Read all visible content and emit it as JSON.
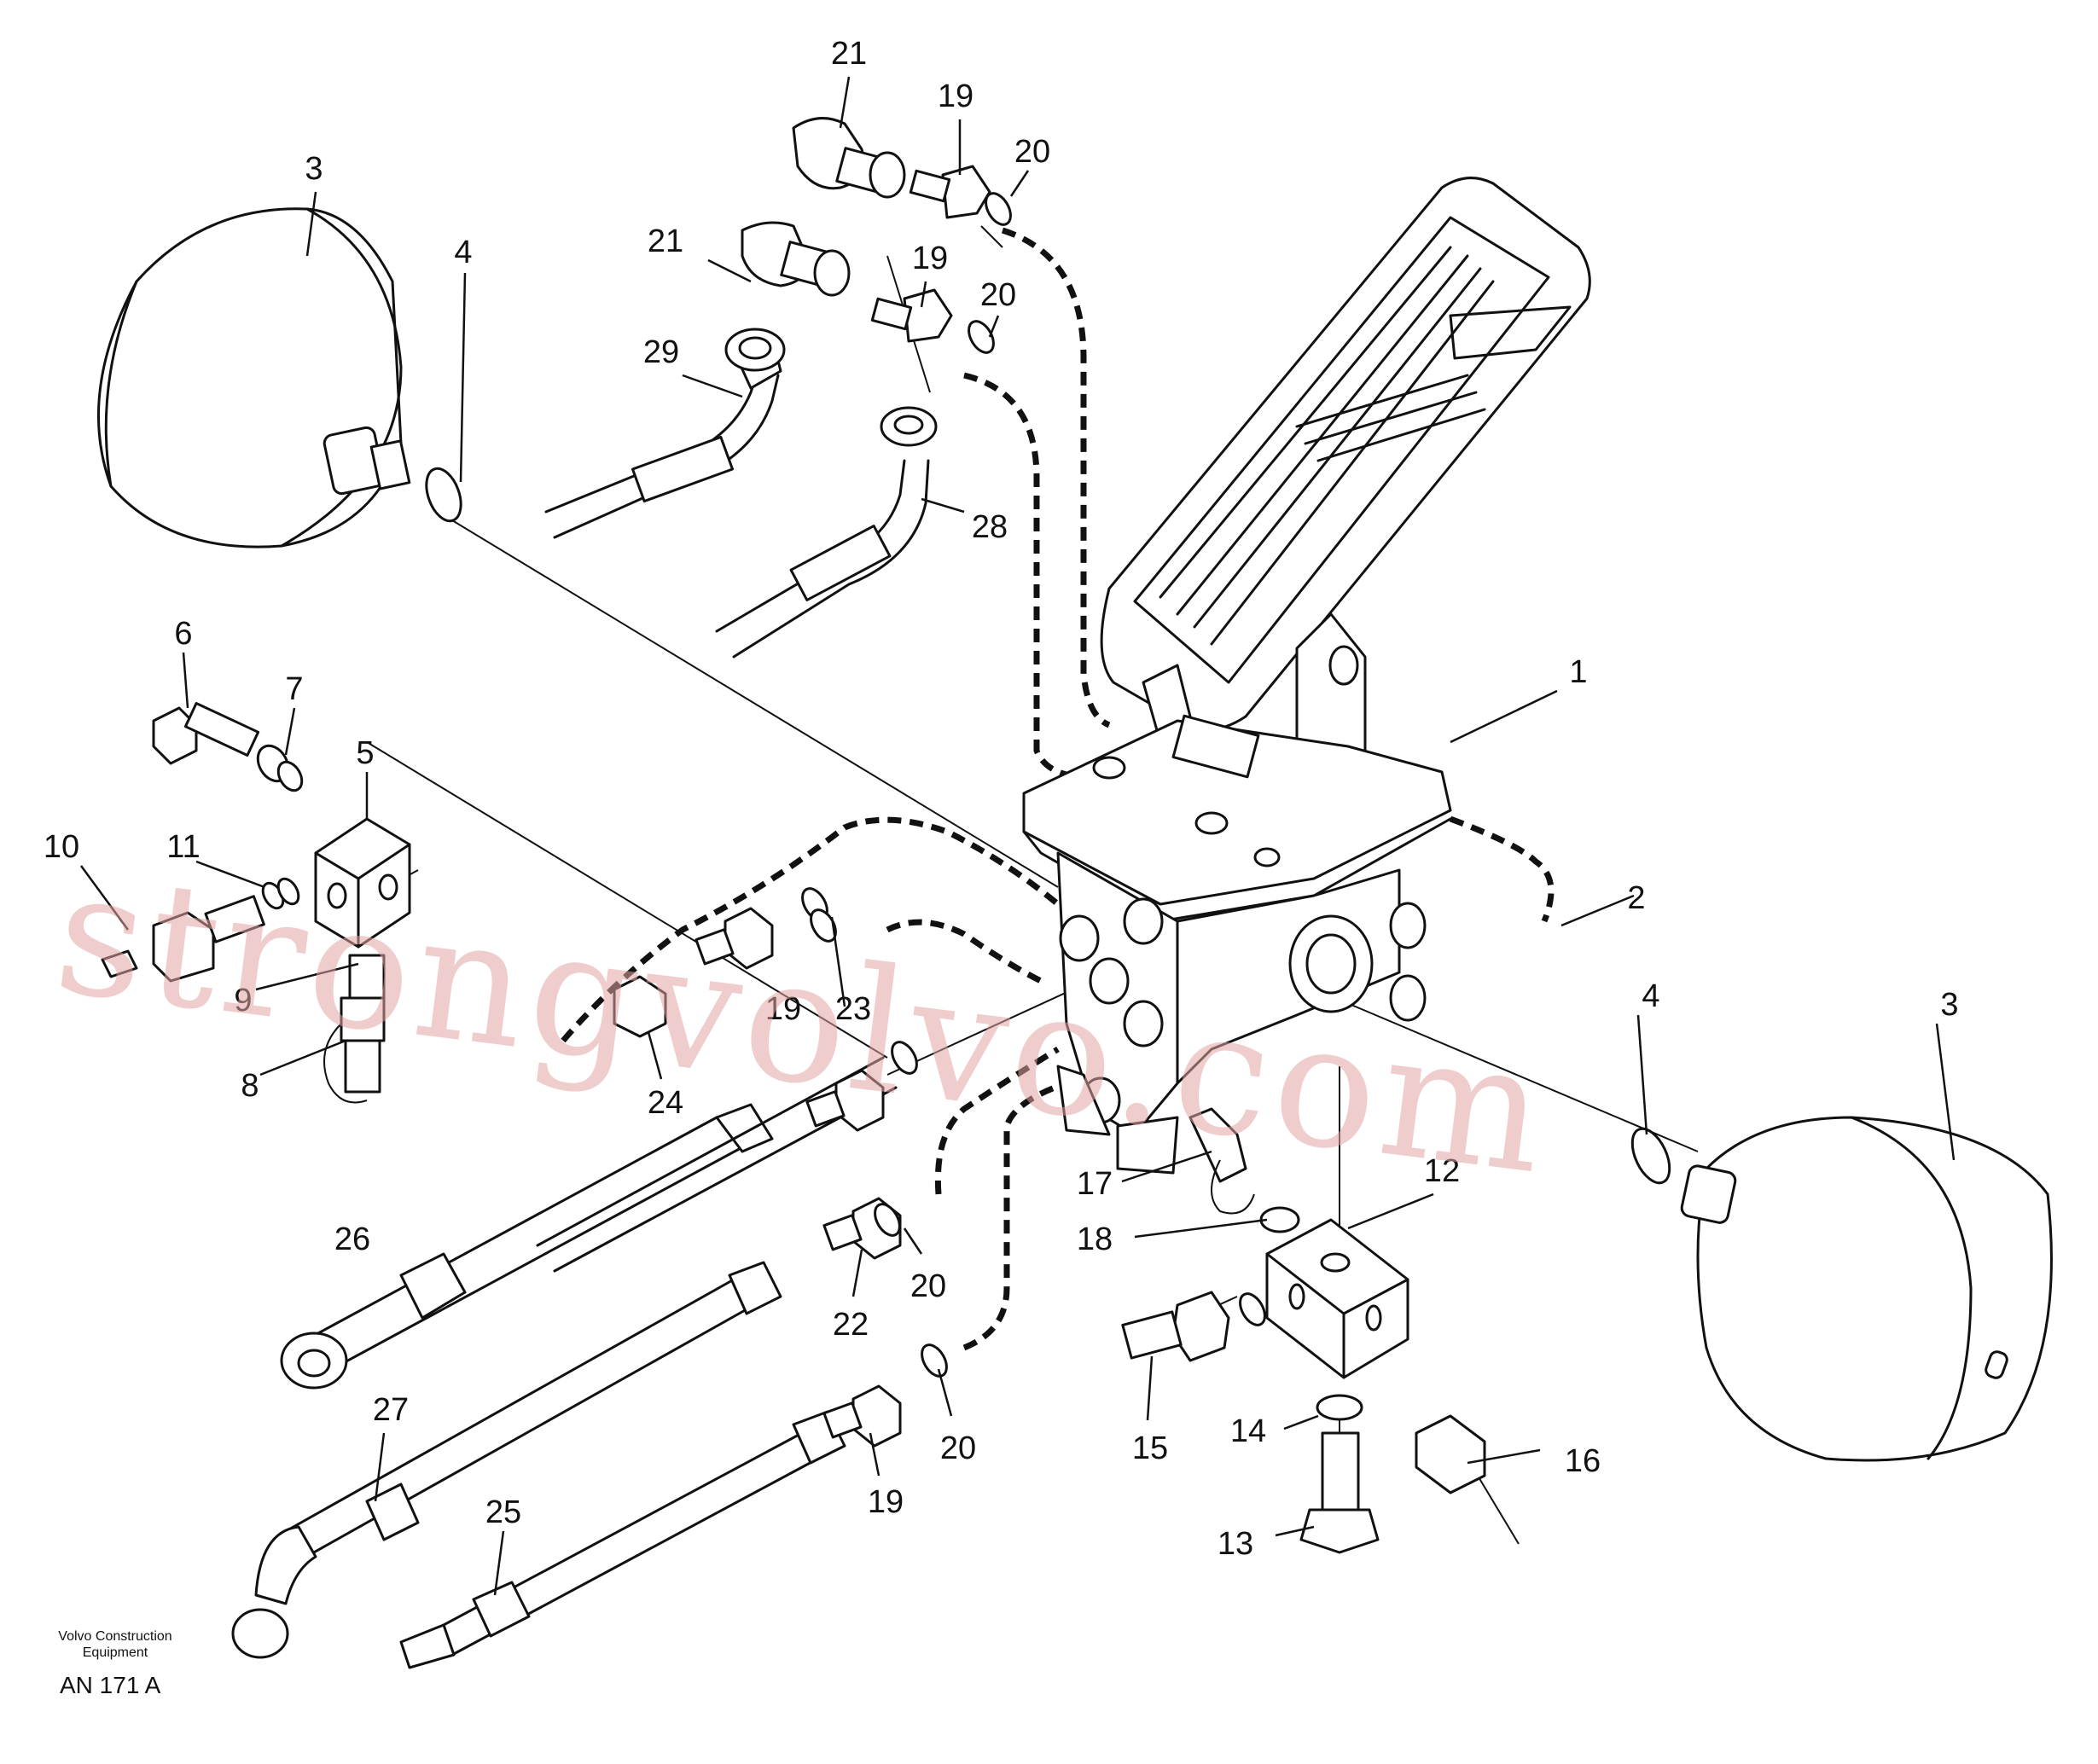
{
  "callouts": [
    "21",
    "19",
    "20",
    "3",
    "4",
    "21",
    "19",
    "20",
    "29",
    "28",
    "6",
    "7",
    "5",
    "1",
    "11",
    "10",
    "2",
    "9",
    "23",
    "19",
    "24",
    "8",
    "4",
    "3",
    "17",
    "12",
    "18",
    "26",
    "20",
    "22",
    "20",
    "15",
    "14",
    "16",
    "27",
    "19",
    "25",
    "13"
  ],
  "publisher": {
    "line1": "Volvo Construction",
    "line2": "Equipment"
  },
  "drawing_code": "AN 171 A",
  "watermark": "strongvolvo.com"
}
